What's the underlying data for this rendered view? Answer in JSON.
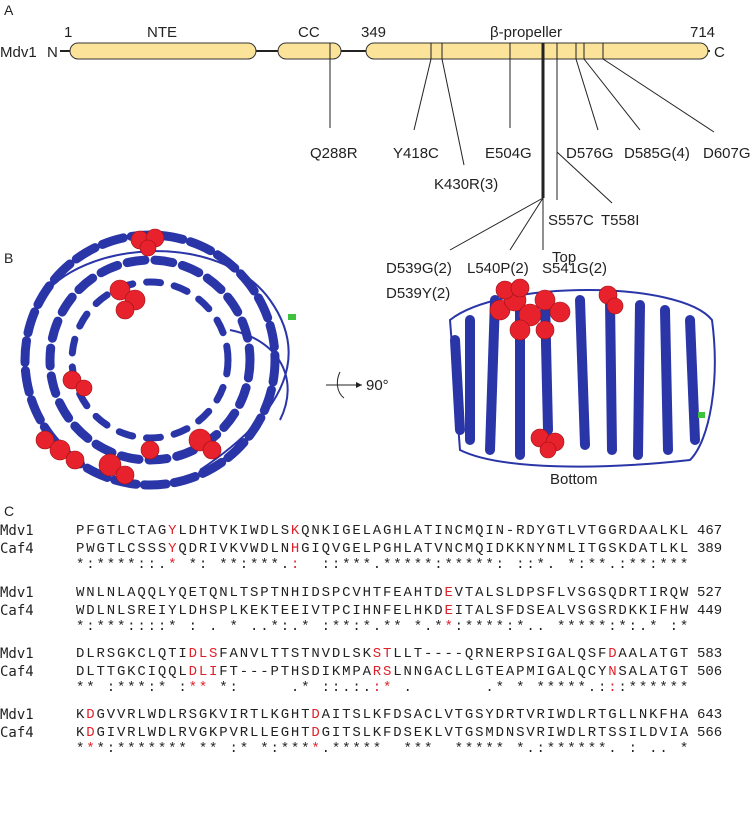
{
  "panels": {
    "a": "A",
    "b": "B",
    "c": "C"
  },
  "panel_a": {
    "protein": "Mdv1",
    "n_term": "N",
    "c_term": "C",
    "domains": {
      "nte": "NTE",
      "cc": "CC",
      "propeller": "β-propeller"
    },
    "positions": {
      "start": "1",
      "propeller_start": "349",
      "end": "714"
    },
    "mutations": {
      "q288r": "Q288R",
      "y418c": "Y418C",
      "k430r": "K430R(3)",
      "e504g": "E504G",
      "d576g": "D576G",
      "d585g": "D585G(4)",
      "d607g": "D607G",
      "s557c": "S557C",
      "t558i": "T558I",
      "d539g": "D539G(2)",
      "d539y": "D539Y(2)",
      "l540p": "L540P(2)",
      "s541g": "S541G(2)"
    },
    "colors": {
      "domain_fill": "#fbe49a",
      "domain_stroke": "#333333"
    }
  },
  "panel_b": {
    "top": "Top",
    "bottom": "Bottom",
    "rotation": "90°",
    "colors": {
      "ribbon": "#2a35a8",
      "spheres": "#e8222c",
      "terminus": "#3cc23c"
    }
  },
  "panel_c": {
    "blocks": [
      {
        "mdv1": "PFGTLCTAGYLDHTVKIWDLSKQNKIGELAGHLATINCMQIN-RDYGTLVTGGRDAALKL",
        "caf4": "PWGTLCSSSYQDRIVKVWDLNHGIQVGELPGHLATVNCMQIDKKNYNMLITGSKDATLKL",
        "cons": "*:****::.* *: **:***.:  ::***.*****:*****: ::*. *:**.:**:***",
        "mdv1_end": "467",
        "caf4_end": "389",
        "red": [
          9,
          21
        ]
      },
      {
        "mdv1": "WNLNLAQQLYQETQNLTSPTNHIDSPCVHTFEAHTDEVTALSLDPSFLVSGSQDRTIRQW",
        "caf4": "WDLNLSREIYLDHSPLKEKTEEIVTPCIHNFELHKDEITALSFDSEALVSGSRDKKIFHW",
        "cons": "*:***::::* : . * ..*:.* :**:*.** *.**:****:*.. *****:*:.* :*",
        "mdv1_end": "527",
        "caf4_end": "449",
        "red": [
          36
        ]
      },
      {
        "mdv1": "DLRSGKCLQTIDLSFANVLTTSTNVDLSKSTLLT----QRNERPSIGALQSFDAALATGT",
        "caf4": "DLTTGKCIQQLDLIFT---PTHSDIKMPARSLNNGACLLGTEAPMIGALQCYNSALATGT",
        "cons": "** :***:* :** *:     .* ::.:.:* .       .* * *****.:::******",
        "mdv1_end": "583",
        "caf4_end": "506",
        "red": [
          11,
          12,
          13,
          29,
          30,
          52
        ]
      },
      {
        "mdv1": "KDGVVRLWDLRSGKVIRTLKGHTDAITSLKFDSACLVTGSYDRTVRIWDLRTGLLNKFHA",
        "caf4": "KDGIVRLWDLRVGKPVRLLEGHTDGITSLKFDSEKLVTGSMDNSVRIWDLRTSSILDVIA",
        "cons": "***:******* ** :* *:****.*****  ***  ***** *.:******. : .. *",
        "mdv1_end": "643",
        "caf4_end": "566",
        "red": [
          1,
          23
        ]
      }
    ],
    "row_names": {
      "mdv1": "Mdv1",
      "caf4": "Caf4"
    },
    "highlight_color": "#e0202a"
  }
}
